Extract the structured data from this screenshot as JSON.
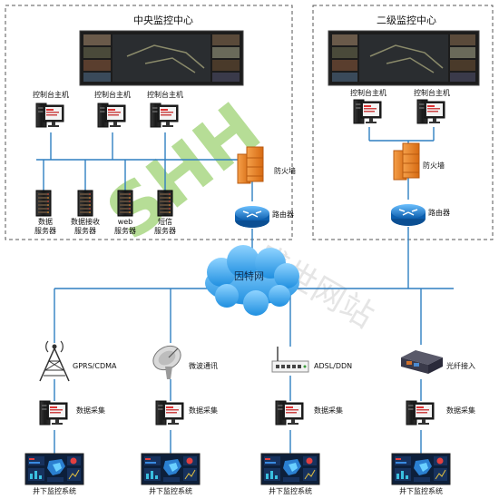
{
  "central": {
    "title": "中央监控中心",
    "consoles": [
      "控制台主机",
      "控制台主机",
      "控制台主机"
    ],
    "servers": [
      "数据\n服务器",
      "数据接收\n服务器",
      "web\n服务器",
      "短信\n服务器"
    ],
    "firewall": "防火墙",
    "router": "路由器"
  },
  "secondary": {
    "title": "二级监控中心",
    "consoles": [
      "控制台主机",
      "控制台主机"
    ],
    "firewall": "防火墙",
    "router": "路由器"
  },
  "internet": "因特网",
  "branches": [
    {
      "link": "GPRS/CDMA",
      "collector": "数据采集",
      "system": "井下监控系统",
      "icon": "antenna-icon"
    },
    {
      "link": "微波通讯",
      "collector": "数据采集",
      "system": "井下监控系统",
      "icon": "satellite-dish-icon"
    },
    {
      "link": "ADSL/DDN",
      "collector": "数据采集",
      "system": "井下监控系统",
      "icon": "modem-icon"
    },
    {
      "link": "光纤接入",
      "collector": "数据采集",
      "system": "井下监控系统",
      "icon": "fiber-converter-icon"
    }
  ],
  "watermark": {
    "logo": "SHH",
    "text": "盛世网站"
  },
  "colors": {
    "line": "#2f7fc1",
    "firewall": "#e8872a",
    "router": "#1f78c8",
    "cloud": "#3aa3e8",
    "watermark": "#7cc242"
  }
}
